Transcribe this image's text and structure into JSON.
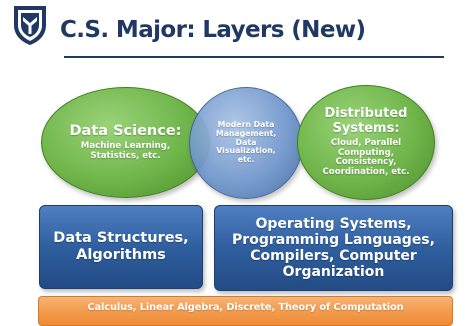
{
  "header": {
    "title": "C.S. Major: Layers (New)",
    "logo_icon": "shield-icon"
  },
  "ellipses": {
    "data_science": {
      "heading": "Data Science:",
      "lines": [
        "Machine Learning,",
        "Statistics, etc."
      ]
    },
    "modern_data": {
      "lines": [
        "Modern Data",
        "Management,",
        "Data",
        "Visualization,",
        "etc."
      ]
    },
    "distributed": {
      "heading_lines": [
        "Distributed",
        "Systems:"
      ],
      "lines": [
        "Cloud, Parallel",
        "Computing,",
        "Consistency,",
        "Coordination, etc."
      ]
    }
  },
  "boxes": {
    "data_structures": [
      "Data Structures,",
      "Algorithms"
    ],
    "operating_systems": [
      "Operating Systems,",
      "Programming Languages,",
      "Compilers, Computer",
      "Organization"
    ]
  },
  "foundation": {
    "text": "Calculus, Linear Algebra, Discrete, Theory of Computation"
  },
  "colors": {
    "title": "#1f3864",
    "green": "#6fb54a",
    "blue_ellipse": "#6f95cb",
    "blue_box": "#2f5f9f",
    "orange": "#f39c4f"
  }
}
